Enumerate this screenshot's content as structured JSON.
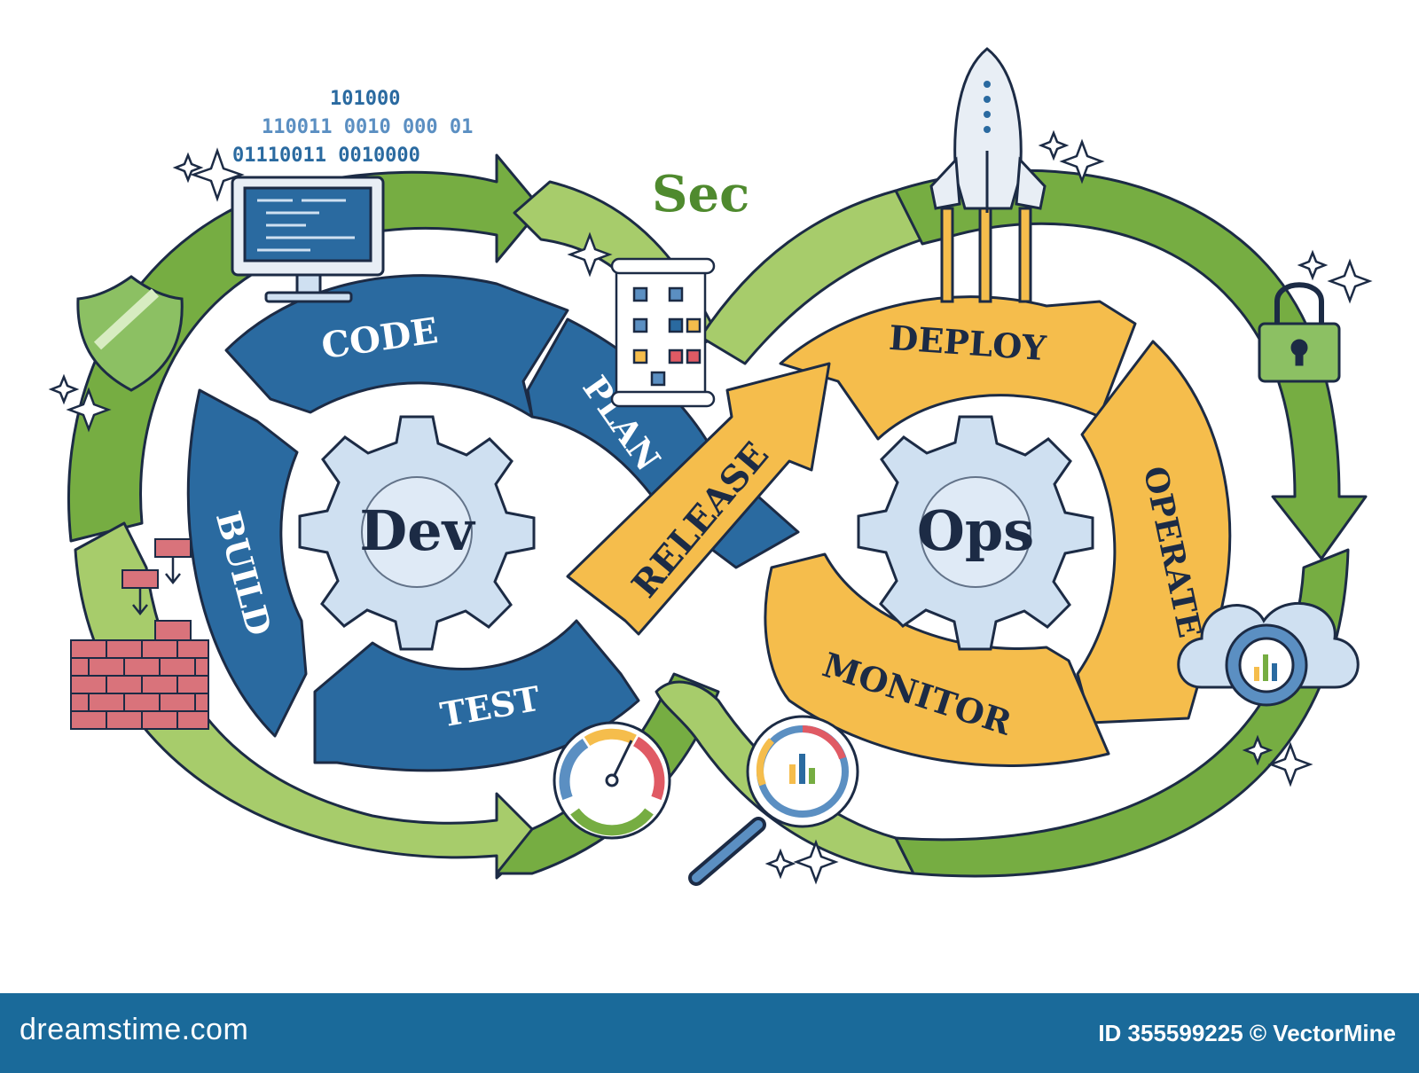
{
  "binary": {
    "line1": "101000",
    "line2": "110011 0010  000 01",
    "line3": "01110011 0010000"
  },
  "sec_label": "Sec",
  "dev": {
    "center": "Dev",
    "steps": {
      "code": "CODE",
      "plan": "PLAN",
      "build": "BUILD",
      "test": "TEST"
    }
  },
  "release_label": "RELEASE",
  "ops": {
    "center": "Ops",
    "steps": {
      "deploy": "DEPLOY",
      "operate": "OPERATE",
      "monitor": "MONITOR"
    }
  },
  "footer": {
    "logo": "dreamstime.com",
    "credit": "ID 355599225 © VectorMine"
  },
  "colors": {
    "dev_blue": "#2a6aa0",
    "ops_orange": "#f5bd4c",
    "sec_green": "#76ad42",
    "sec_green_light": "#a7cc6b",
    "gear_fill": "#cfe0f1",
    "outline": "#1c2b45",
    "footer_bg": "#1a6a9a"
  },
  "icons": [
    "monitor-code-icon",
    "shield-icon",
    "brick-wall-icon",
    "flowchart-scroll-icon",
    "rocket-icon",
    "padlock-icon",
    "cloud-gear-chart-icon",
    "gauge-icon",
    "magnifier-chart-icon",
    "sparkle-icon"
  ]
}
